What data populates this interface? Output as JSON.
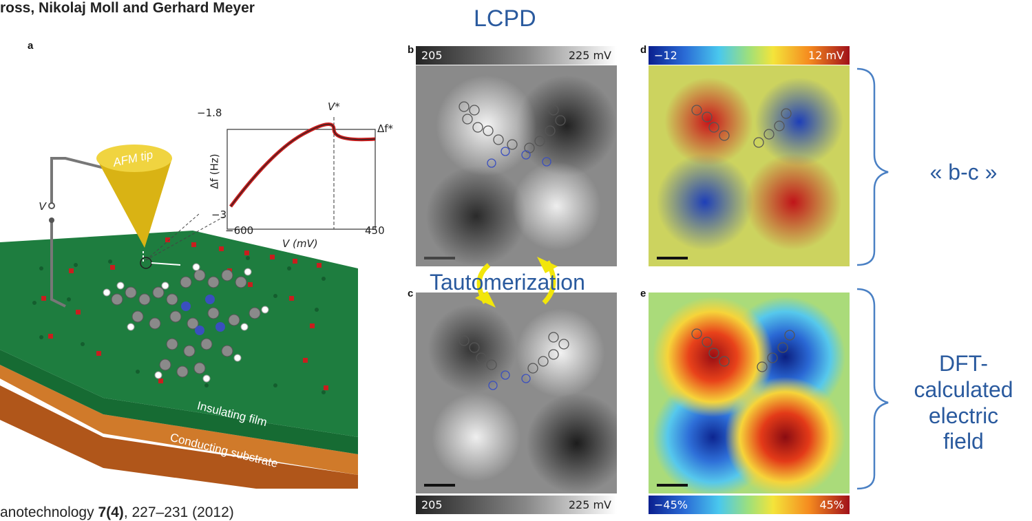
{
  "authors_line": "ross, Nikolaj Moll and Gerhard Meyer",
  "citation": {
    "prefix": "anotechnology ",
    "volume": "7(4)",
    "rest": ", 227–231 (2012)"
  },
  "panels": {
    "a": "a",
    "b": "b",
    "c": "c",
    "d": "d",
    "e": "e"
  },
  "figure_a": {
    "tip_label": "AFM tip",
    "voltage_label": "V",
    "film_label": "Insulating film",
    "substrate_label": "Conducting substrate",
    "inset": {
      "y_axis_label": "Δf (Hz)",
      "y_top": "−1.8",
      "y_bottom": "−3",
      "x_left": "−600",
      "x_right": "450",
      "x_axis_label": "V (mV)",
      "v_star": "V*",
      "df_star": "Δf*"
    }
  },
  "lcpd_title": "LCPD",
  "tautomerization_label": "Tautomerization",
  "colorbars": {
    "b": {
      "min": "205",
      "max": "225 mV"
    },
    "c": {
      "min": "205",
      "max": "225 mV"
    },
    "d": {
      "min": "−12",
      "max": "12 mV"
    },
    "e": {
      "min": "−45%",
      "max": "45%"
    }
  },
  "side_labels": {
    "top": "« b-c »",
    "bottom_lines": [
      "DFT-",
      "calculated",
      "electric",
      "field"
    ]
  },
  "colors": {
    "accent_blue": "#2a5a9e",
    "film_green": "#1a7a3c",
    "substrate_orange": "#c86a1e",
    "tip_yellow": "#e8c620",
    "arrow_yellow": "#f2e60a"
  }
}
